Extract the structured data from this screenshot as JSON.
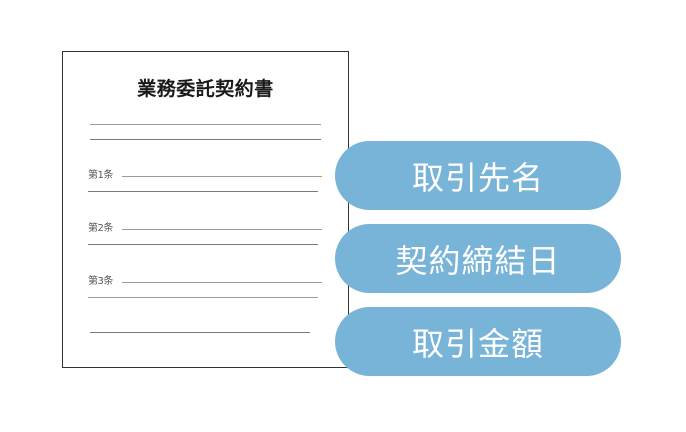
{
  "document": {
    "title": "業務委託契約書",
    "articles": [
      {
        "label": "第1条"
      },
      {
        "label": "第2条"
      },
      {
        "label": "第3条"
      }
    ]
  },
  "pills": [
    {
      "label": "取引先名"
    },
    {
      "label": "契約締結日"
    },
    {
      "label": "取引金額"
    }
  ],
  "colors": {
    "pill_fill": "#78b4d8",
    "pill_text": "#ffffff",
    "document_border": "#333333",
    "line": "#9a9a9a"
  }
}
